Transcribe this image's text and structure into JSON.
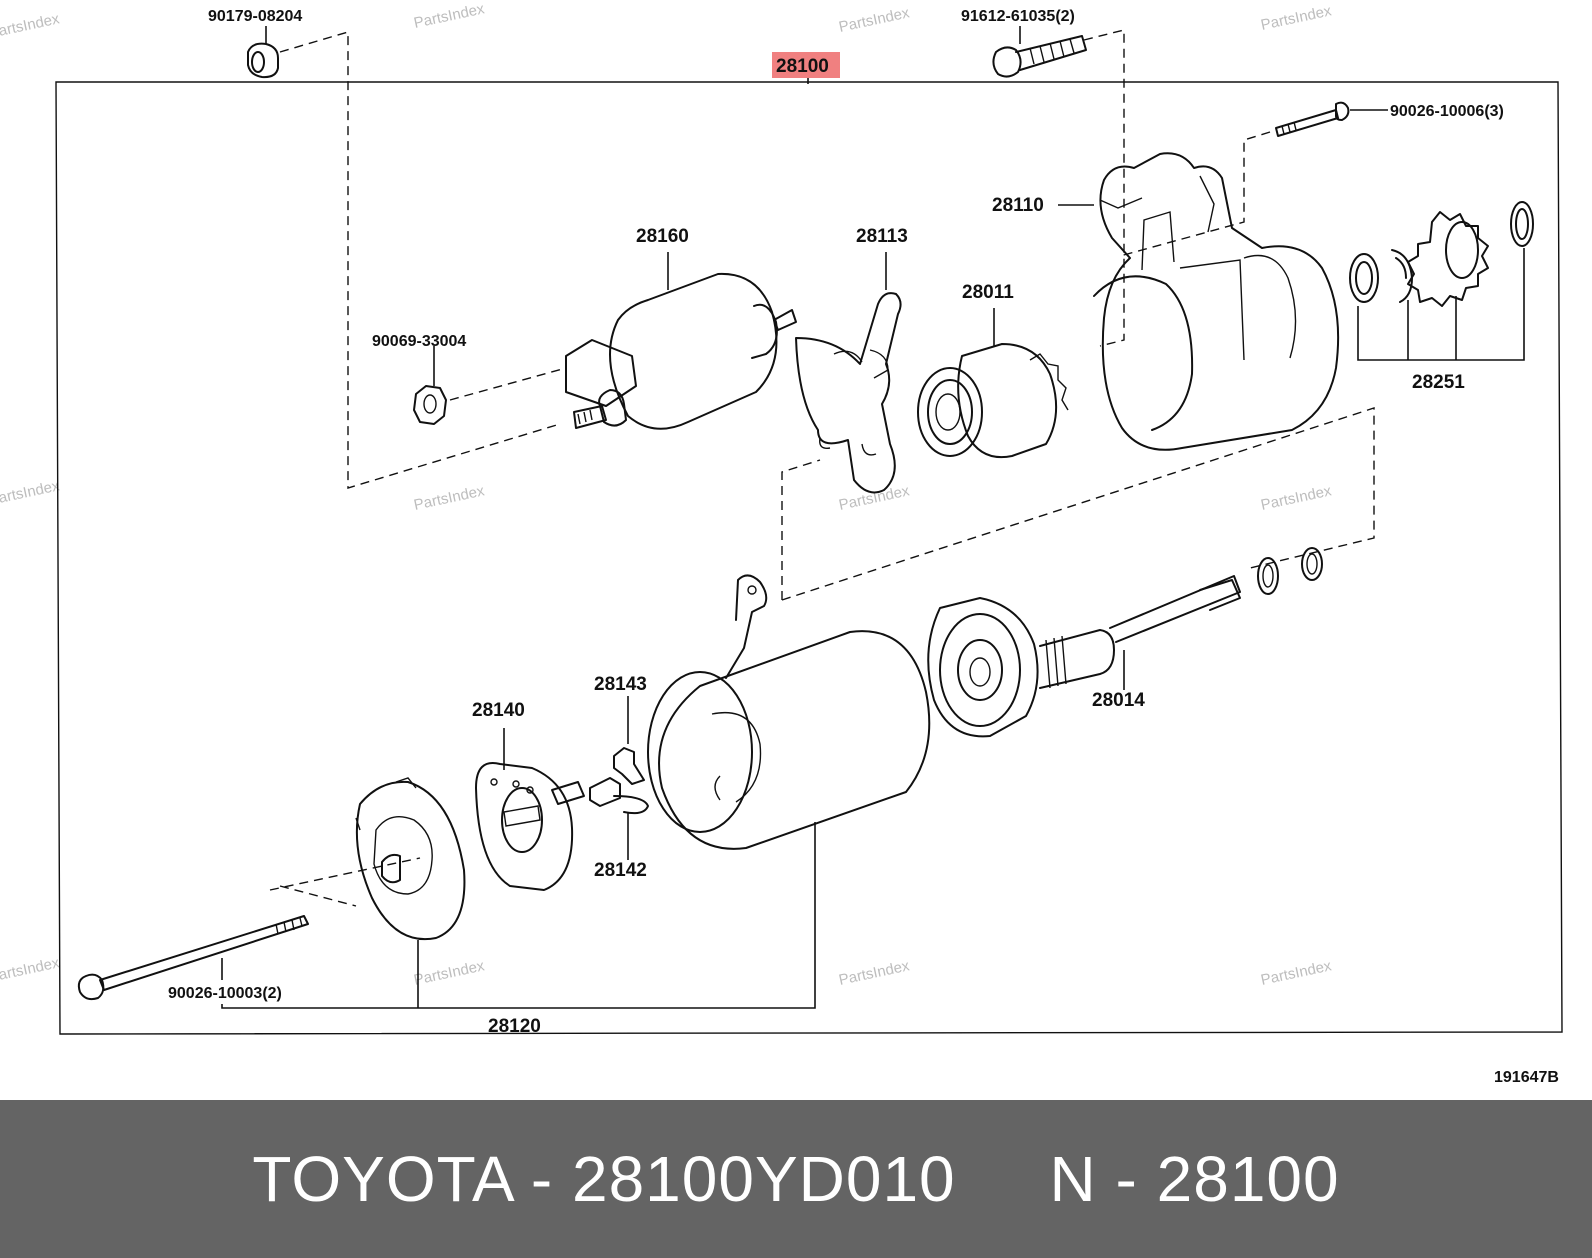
{
  "diagram": {
    "highlight_color": "#f08080",
    "parts": {
      "p28100": "28100",
      "p90179": "90179-08204",
      "p91612": "91612-61035(2)",
      "p90026_10006": "90026-10006(3)",
      "p28110": "28110",
      "p28160": "28160",
      "p28113": "28113",
      "p28011": "28011",
      "p90069": "90069-33004",
      "p28251": "28251",
      "p28014": "28014",
      "p28143": "28143",
      "p28140": "28140",
      "p28142": "28142",
      "p90026_10003": "90026-10003(2)",
      "p28120": "28120"
    },
    "figure_number": "191647B",
    "watermark": "PartsIndex"
  },
  "caption": {
    "text": "TOYOTA - 28100YD010     N - 28100",
    "background": "#646464"
  }
}
